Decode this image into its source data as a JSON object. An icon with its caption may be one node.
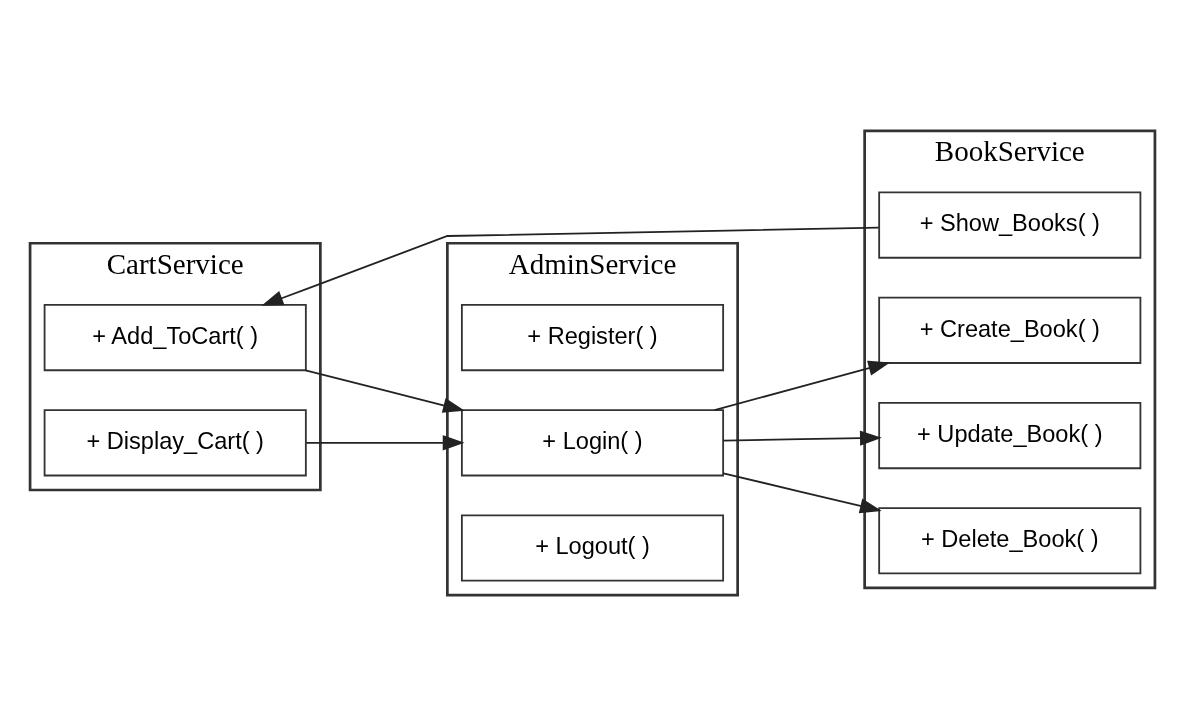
{
  "diagram": {
    "nodes": [
      {
        "text": [
          "BookService"
        ]
      },
      {
        "text": [
          "+ Create_Book( )"
        ],
        "in": 0
      },
      {
        "text": [
          "+ Update_Book( )"
        ],
        "in": 0
      },
      {
        "text": [
          "+ Delete_Book( )"
        ],
        "in": 0
      },
      {
        "text": [
          "+ Show_Books( )"
        ],
        "in": 0
      },
      {
        "text": [
          "CartService"
        ]
      },
      {
        "text": [
          "+ Display_Cart( )"
        ],
        "in": 5
      },
      {
        "text": [
          "+ Add_ToCart( )"
        ],
        "in": 5
      },
      {
        "text": [
          "AdminService"
        ]
      },
      {
        "text": [
          "+ Register( )"
        ],
        "in": 8
      },
      {
        "text": [
          "+ Login( )"
        ],
        "in": 8
      },
      {
        "text": [
          "+ Logout( )"
        ],
        "in": 8
      }
    ],
    "edges": [
      {
        "from": 10,
        "to": 1,
        "arrow": "to"
      },
      {
        "from": 10,
        "to": 2,
        "arrow": "to"
      },
      {
        "from": 10,
        "to": 3,
        "arrow": "to"
      },
      {
        "from": 4,
        "to": 7,
        "arrow": "to"
      },
      {
        "from": 7,
        "to": 10,
        "arrow": "to"
      },
      {
        "from": 6,
        "to": 10,
        "arrow": "to"
      }
    ]
  }
}
